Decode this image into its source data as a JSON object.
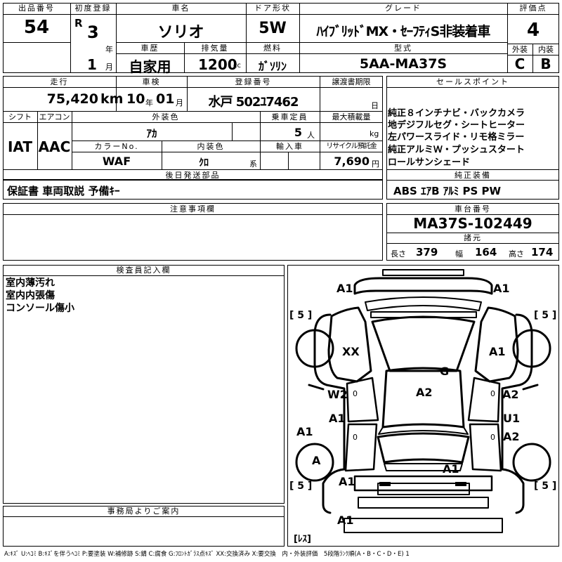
{
  "header": {
    "lot_label": "出品番号",
    "lot_no": "54",
    "first_reg_label": "初度登録",
    "era": "R",
    "year": "3",
    "year_unit": "年",
    "month": "1",
    "month_unit": "月",
    "car_name_label": "車名",
    "car_name": "ソリオ",
    "door_label": "ドア形状",
    "door": "5W",
    "grade_label": "グレード",
    "grade": "ﾊｲﾌﾞﾘｯﾄﾞMX・ｾｰﾌﾃｨS非装着車",
    "score_label": "評価点",
    "score": "4",
    "history_label": "車歴",
    "history": "自家用",
    "displacement_label": "排気量",
    "displacement": "1200",
    "displacement_unit": "cc",
    "fuel_label": "燃料",
    "fuel": "ｶﾞｿﾘﾝ",
    "model_label": "型式",
    "model": "5AA-MA37S",
    "ext_label": "外装",
    "ext": "C",
    "int_label": "内装",
    "int": "B"
  },
  "row2": {
    "mileage_label": "走行",
    "mileage": "75,420",
    "mileage_unit": "km",
    "inspection_label": "車検",
    "insp_year": "10",
    "insp_year_unit": "年",
    "insp_month": "01",
    "insp_month_unit": "月",
    "plate_label": "登録番号",
    "plate": "水戸 502ﾕ7462",
    "transfer_label": "譲渡書期限",
    "transfer_unit": "日",
    "shift_label": "シフト",
    "shift": "IAT",
    "ac_label": "エアコン",
    "ac": "AAC",
    "ext_color_label": "外装色",
    "ext_color": "ｱｶ",
    "capacity_label": "乗車定員",
    "capacity": "5",
    "capacity_unit": "人",
    "max_load_label": "最大積載量",
    "max_load_unit": "kg",
    "color_no_label": "カラーNo.",
    "color_no": "WAF",
    "int_color_label": "内装色",
    "int_color": "ｸﾛ",
    "int_color_unit": "系",
    "import_label": "輸入車",
    "recycle_label": "リサイクル預託金",
    "recycle": "7,690",
    "recycle_unit": "円"
  },
  "sales_points": {
    "label": "セールスポイント",
    "lines": [
      "純正８インチナビ・バックカメラ",
      "地デジフルセグ・シートヒーター",
      "左パワースライド・リモ格ミラー",
      "純正アルミＷ・プッシュスタート",
      "ロールサンシェード"
    ]
  },
  "accessories": {
    "label": "後日発送部品",
    "text": "保証書 車両取説 予備ｷｰ"
  },
  "equipment": {
    "label": "純正装備",
    "text": "ABS ｴｱB ｱﾙﾐ PS PW"
  },
  "notes": {
    "label": "注意事項欄"
  },
  "chassis": {
    "label": "車台番号",
    "number": "MA37S-102449"
  },
  "dims": {
    "label": "諸元",
    "length_label": "長さ",
    "length": "379",
    "width_label": "幅",
    "width": "164",
    "height_label": "高さ",
    "height": "174"
  },
  "inspector": {
    "label": "検査員記入欄",
    "text": "室内薄汚れ\n室内内張傷\nコンソール傷小"
  },
  "office": {
    "label": "事務局よりご案内"
  },
  "diagram": {
    "marks": {
      "front_left": "A1",
      "front_right": "A1",
      "fender_left": "XX",
      "fender_right": "A1",
      "roof": "G",
      "roof_rear": "A2",
      "door_fl": "W2",
      "door_fr": "A2",
      "door_rl": "A1",
      "door_rr_1": "U1",
      "door_rr_2": "A2",
      "side_left": "A1",
      "wheel_left": "A",
      "rear_left": "A1",
      "rear_center": "A1",
      "rear_bottom": "A1",
      "door_zero": "0"
    },
    "tire_fl": "[ 5 ]",
    "tire_fr": "[ 5 ]",
    "tire_rl": "[ 5 ]",
    "tire_rr": "[ 5 ]",
    "spare": "[ﾚｽ]"
  },
  "legend": "A:ｷｽﾞ U:ﾍｺﾐ B:ｷｽﾞを伴うﾍｺﾐ P:要塗装 W:補修跡 S:錆 C:腐食 G:ﾌﾛﾝﾄｶﾞﾗｽ点ｷｽﾞ XX:交換済み X:要交換　内・外装評価　5段階ﾗﾝｸ順(A・B・C・D・E) 1"
}
